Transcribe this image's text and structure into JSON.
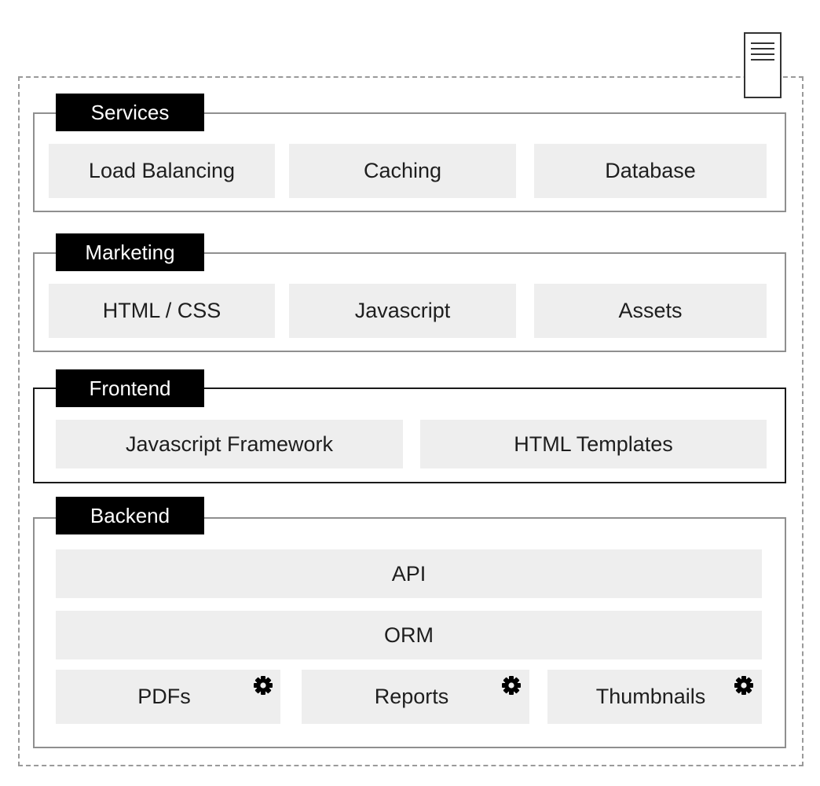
{
  "sections": {
    "services": {
      "title": "Services",
      "items": [
        "Load Balancing",
        "Caching",
        "Database"
      ]
    },
    "marketing": {
      "title": "Marketing",
      "items": [
        "HTML / CSS",
        "Javascript",
        "Assets"
      ]
    },
    "frontend": {
      "title": "Frontend",
      "items": [
        "Javascript Framework",
        "HTML Templates"
      ]
    },
    "backend": {
      "title": "Backend",
      "layers": [
        "API",
        "ORM"
      ],
      "workers": [
        "PDFs",
        "Reports",
        "Thumbnails"
      ]
    }
  },
  "icons": {
    "server": "server-icon",
    "worker": "gear-icon"
  },
  "colors": {
    "tab_background": "#000000",
    "box_fill": "#eeeeee",
    "panel_border": "#8f8f8f",
    "boundary": "#9a9a9a"
  }
}
